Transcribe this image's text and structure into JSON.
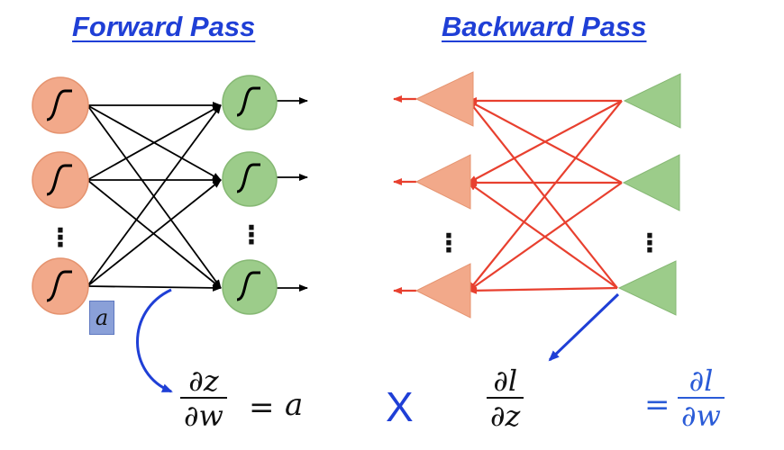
{
  "titles": {
    "forward": "Forward Pass",
    "backward": "Backward Pass"
  },
  "activation_label": "a",
  "equations": {
    "forward": {
      "numerator": "∂z",
      "denominator": "∂w",
      "equals": "=",
      "value": "a"
    },
    "times": "X",
    "backward": {
      "numerator": "∂l",
      "denominator": "∂z"
    },
    "result": {
      "equals": "=",
      "numerator": "∂l",
      "denominator": "∂w"
    }
  },
  "ellipsis": "⋮",
  "colors": {
    "title": "#1f3fd6",
    "input_node_fill": "#f2a98a",
    "output_node_fill": "#9ccc8a",
    "forward_edge": "#000000",
    "backward_edge": "#e8402f",
    "annotation_arrow": "#1f3fd6",
    "result_text": "#2a5bd7"
  },
  "icons": [
    "sigmoid-icon",
    "triangle-node-icon",
    "arrow-icon"
  ]
}
